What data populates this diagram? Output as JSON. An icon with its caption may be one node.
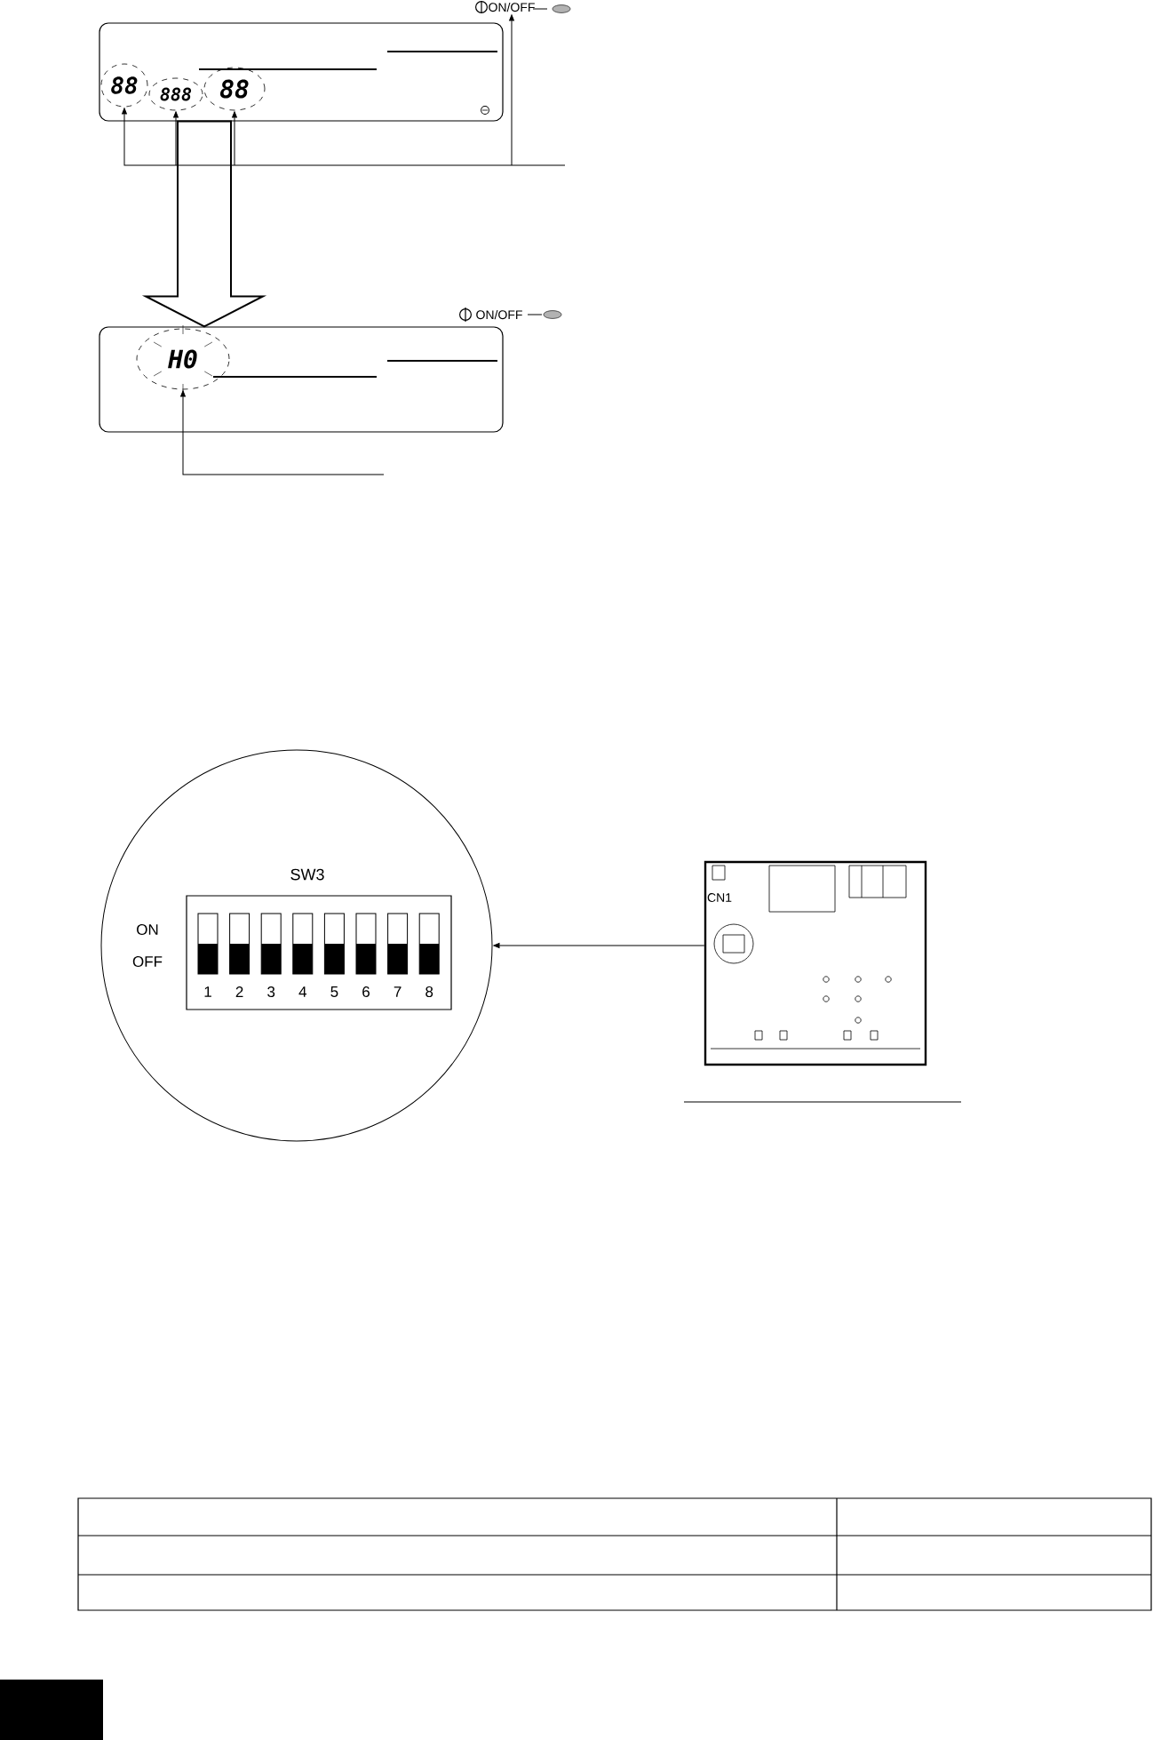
{
  "diagram": {
    "nodes": [
      {
        "text": [],
        "shape": "box"
      },
      {
        "text": [
          "88"
        ],
        "in": 0
      },
      {
        "text": [
          "888"
        ],
        "in": 0
      },
      {
        "text": [
          "88"
        ],
        "in": 0
      },
      {
        "text": [
          "ON/OFF"
        ]
      },
      {
        "text": [],
        "shape": "box"
      },
      {
        "text": [
          "H0"
        ],
        "in": 5
      },
      {
        "text": [
          "SW3"
        ]
      },
      {
        "text": [
          "CN1"
        ]
      }
    ],
    "edges": [
      {
        "from": null,
        "to": 1,
        "arrow": "to"
      },
      {
        "from": null,
        "to": 2,
        "arrow": "to"
      },
      {
        "from": null,
        "to": 3,
        "arrow": "to"
      },
      {
        "from": null,
        "to": 4,
        "arrow": "to"
      },
      {
        "from": 0,
        "to": 5,
        "arrow": "to"
      },
      {
        "from": null,
        "to": 6,
        "arrow": "to"
      },
      {
        "from": 8,
        "to": 7,
        "arrow": "to"
      }
    ],
    "labels": [
      "ON/OFF",
      "ON",
      "OFF",
      "1",
      "2",
      "3",
      "4",
      "5",
      "6",
      "7",
      "8"
    ]
  }
}
